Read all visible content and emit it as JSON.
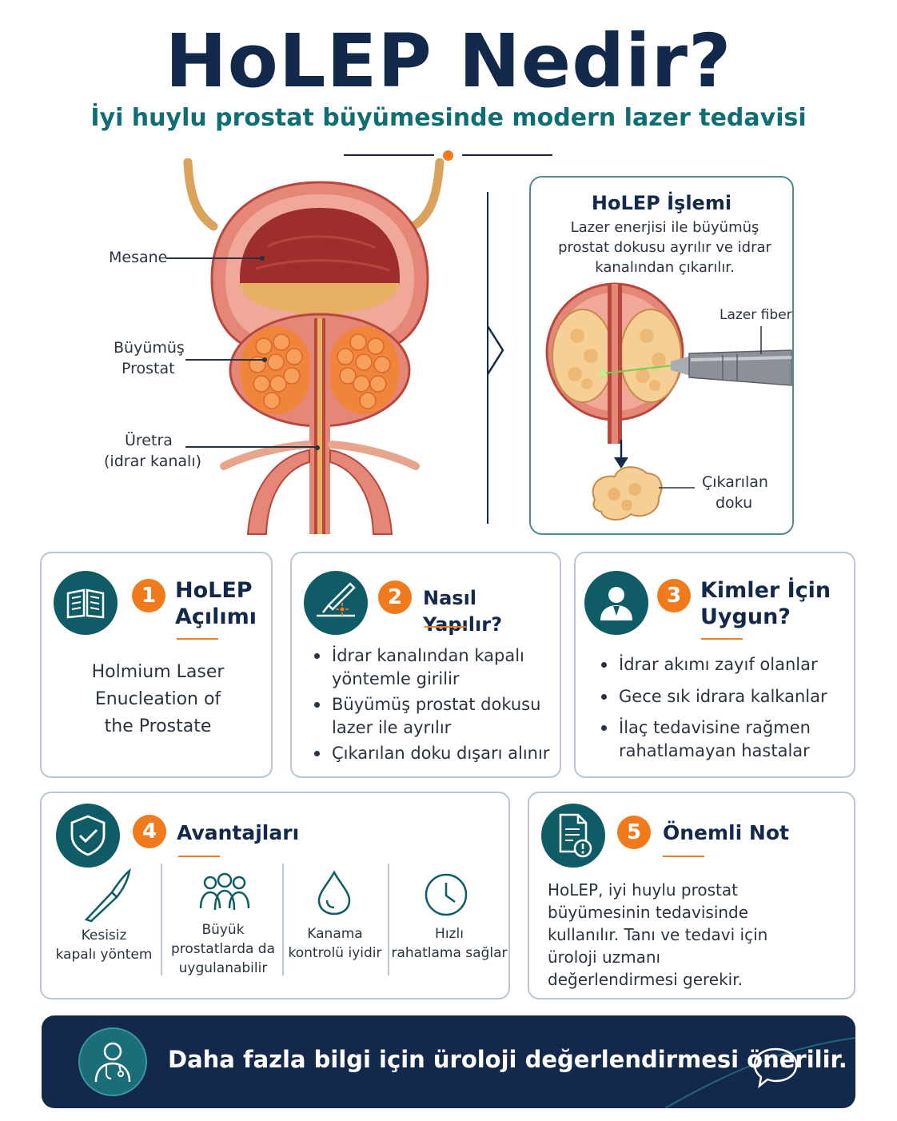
{
  "header": {
    "title": "HoLEP Nedir?",
    "subtitle": "İyi huylu prostat büyümesinde modern lazer tedavisi"
  },
  "anatomy": {
    "labels": {
      "bladder": "Mesane",
      "prostate_line1": "Büyümüş",
      "prostate_line2": "Prostat",
      "urethra_line1": "Üretra",
      "urethra_line2": "(idrar kanalı)"
    }
  },
  "procedure": {
    "title": "HoLEP İşlemi",
    "text": "Lazer enerjisi ile büyümüş prostat dokusu ayrılır ve idrar kanalından çıkarılır.",
    "fiber_label": "Lazer fiber",
    "removed_line1": "Çıkarılan",
    "removed_line2": "doku"
  },
  "cards": {
    "c1": {
      "num": "1",
      "title_line1": "HoLEP",
      "title_line2": "Açılımı",
      "text_line1": "Holmium Laser",
      "text_line2": "Enucleation of",
      "text_line3": "the Prostate",
      "icon": "book-icon"
    },
    "c2": {
      "num": "2",
      "title": "Nasıl Yapılır?",
      "bullets": [
        "İdrar kanalından kapalı yöntemle girilir",
        "Büyümüş prostat dokusu lazer ile ayrılır",
        "Çıkarılan doku dışarı alınır"
      ],
      "icon": "laser-pen-icon"
    },
    "c3": {
      "num": "3",
      "title_line1": "Kimler İçin",
      "title_line2": "Uygun?",
      "bullets": [
        "İdrar akımı zayıf olanlar",
        "Gece sık idrara kalkanlar",
        "İlaç tedavisine rağmen rahatlamayan hastalar"
      ],
      "icon": "patient-icon"
    },
    "c4": {
      "num": "4",
      "title": "Avantajları",
      "icon": "shield-check-icon",
      "items": [
        {
          "line1": "Kesisiz",
          "line2": "kapalı yöntem",
          "icon": "scalpel-icon"
        },
        {
          "line1": "Büyük",
          "line2": "prostatlarda da",
          "line3": "uygulanabilir",
          "icon": "group-icon"
        },
        {
          "line1": "Kanama",
          "line2": "kontrolü iyidir",
          "icon": "drop-icon"
        },
        {
          "line1": "Hızlı",
          "line2": "rahatlama sağlar",
          "icon": "clock-icon"
        }
      ]
    },
    "c5": {
      "num": "5",
      "title": "Önemli Not",
      "text": "HoLEP, iyi huylu prostat büyümesinin tedavisinde kullanılır. Tanı ve tedavi için üroloji uzmanı değerlendirmesi gerekir.",
      "icon": "document-alert-icon"
    }
  },
  "footer": {
    "text": "Daha fazla bilgi için üroloji değerlendirmesi önerilir.",
    "icon": "doctor-icon",
    "chat_icon": "chat-bubble-icon"
  },
  "colors": {
    "navy": "#13294b",
    "teal": "#0f5c66",
    "orange": "#f07a1c",
    "tissue": "#d9685a"
  }
}
